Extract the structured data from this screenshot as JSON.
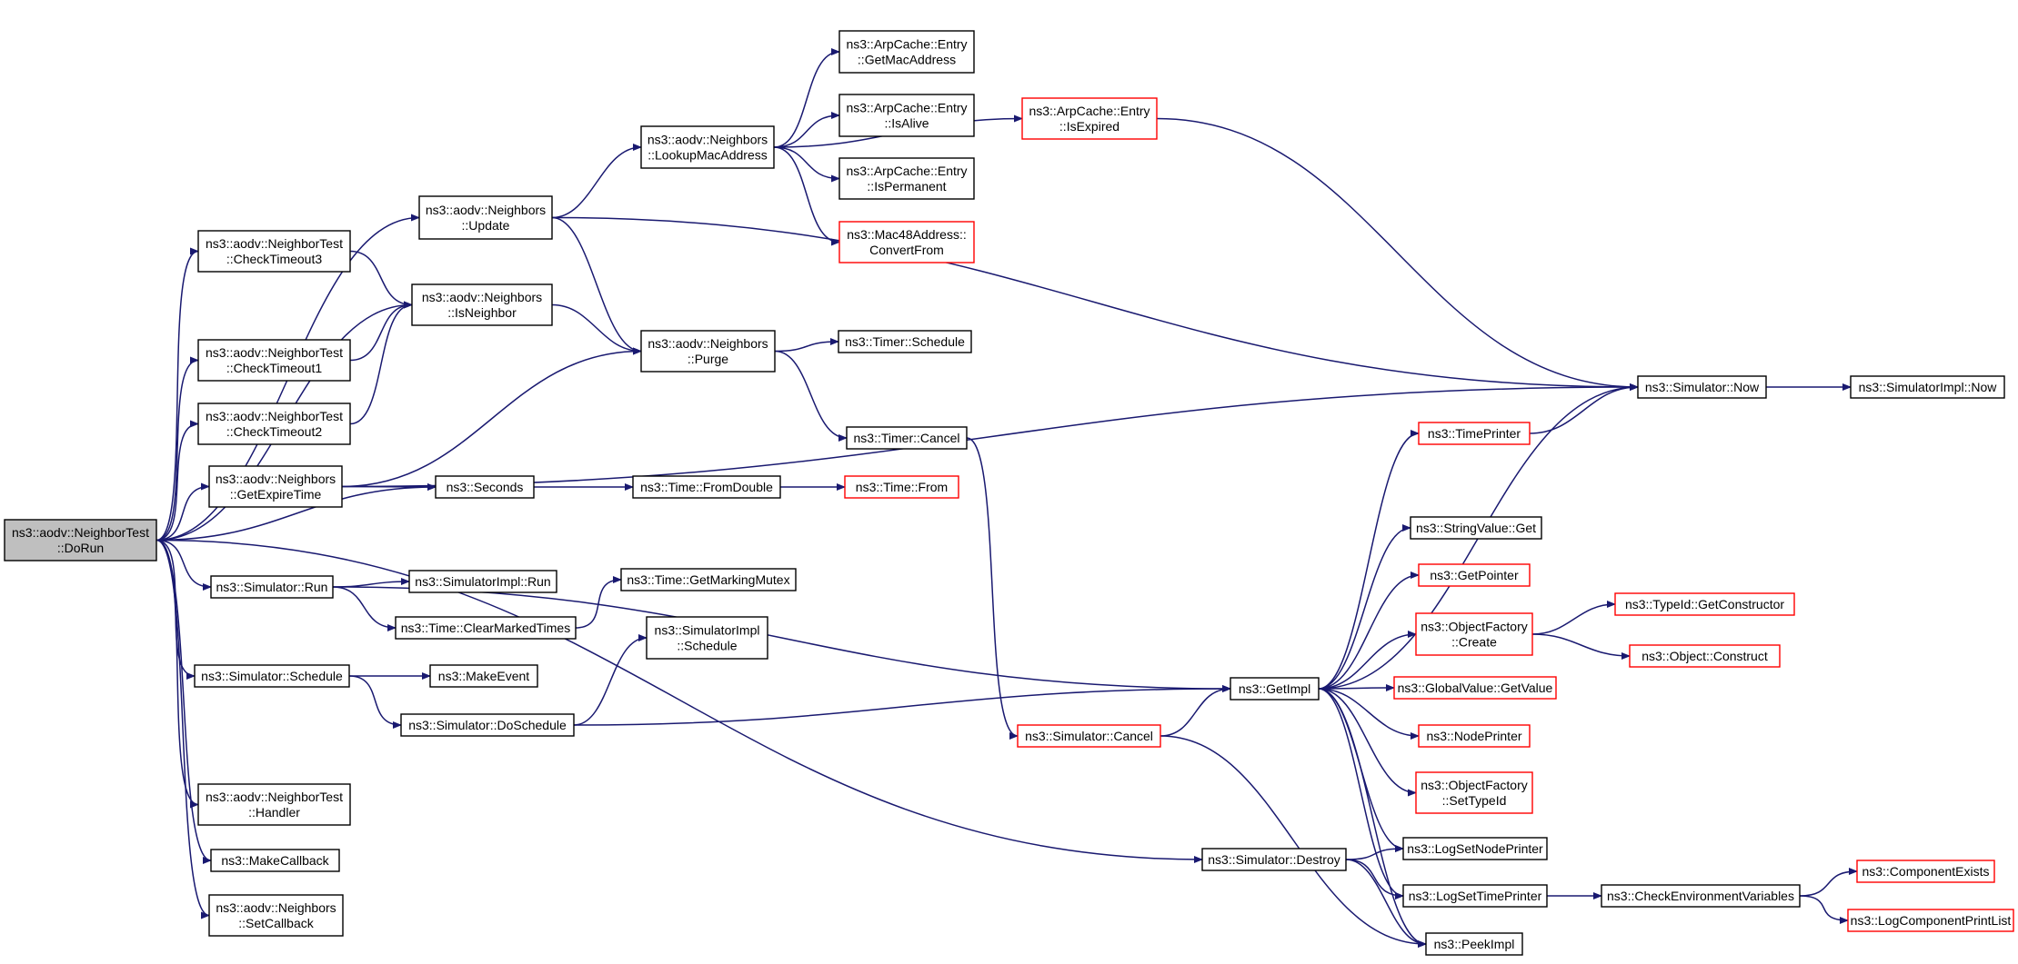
{
  "colors": {
    "edge": "#191970",
    "border_normal": "#000000",
    "border_truncated": "#ff0000",
    "root_fill": "#bfbfbf"
  },
  "nodes": [
    {
      "id": "dorun",
      "lines": [
        "ns3::aodv::NeighborTest",
        "::DoRun"
      ],
      "style": "root"
    },
    {
      "id": "update",
      "lines": [
        "ns3::aodv::Neighbors",
        "::Update"
      ]
    },
    {
      "id": "ct3",
      "lines": [
        "ns3::aodv::NeighborTest",
        "::CheckTimeout3"
      ]
    },
    {
      "id": "isneighbor",
      "lines": [
        "ns3::aodv::Neighbors",
        "::IsNeighbor"
      ]
    },
    {
      "id": "ct1",
      "lines": [
        "ns3::aodv::NeighborTest",
        "::CheckTimeout1"
      ]
    },
    {
      "id": "ct2",
      "lines": [
        "ns3::aodv::NeighborTest",
        "::CheckTimeout2"
      ]
    },
    {
      "id": "getexpire",
      "lines": [
        "ns3::aodv::Neighbors",
        "::GetExpireTime"
      ]
    },
    {
      "id": "seconds",
      "lines": [
        "ns3::Seconds"
      ]
    },
    {
      "id": "simrun",
      "lines": [
        "ns3::Simulator::Run"
      ]
    },
    {
      "id": "simimplrun",
      "lines": [
        "ns3::SimulatorImpl::Run"
      ]
    },
    {
      "id": "clearmarked",
      "lines": [
        "ns3::Time::ClearMarkedTimes"
      ]
    },
    {
      "id": "simschedule",
      "lines": [
        "ns3::Simulator::Schedule"
      ]
    },
    {
      "id": "makeevent",
      "lines": [
        "ns3::MakeEvent"
      ]
    },
    {
      "id": "doschedule",
      "lines": [
        "ns3::Simulator::DoSchedule"
      ]
    },
    {
      "id": "handler",
      "lines": [
        "ns3::aodv::NeighborTest",
        "::Handler"
      ]
    },
    {
      "id": "makecallback",
      "lines": [
        "ns3::MakeCallback"
      ]
    },
    {
      "id": "setcallback",
      "lines": [
        "ns3::aodv::Neighbors",
        "::SetCallback"
      ]
    },
    {
      "id": "lookupmac",
      "lines": [
        "ns3::aodv::Neighbors",
        "::LookupMacAddress"
      ]
    },
    {
      "id": "purge",
      "lines": [
        "ns3::aodv::Neighbors",
        "::Purge"
      ]
    },
    {
      "id": "getmac",
      "lines": [
        "ns3::ArpCache::Entry",
        "::GetMacAddress"
      ]
    },
    {
      "id": "isalive",
      "lines": [
        "ns3::ArpCache::Entry",
        "::IsAlive"
      ]
    },
    {
      "id": "ispermanent",
      "lines": [
        "ns3::ArpCache::Entry",
        "::IsPermanent"
      ]
    },
    {
      "id": "convertfrom",
      "lines": [
        "ns3::Mac48Address::",
        "ConvertFrom"
      ],
      "style": "red"
    },
    {
      "id": "timerschedule",
      "lines": [
        "ns3::Timer::Schedule"
      ]
    },
    {
      "id": "timercancel",
      "lines": [
        "ns3::Timer::Cancel"
      ]
    },
    {
      "id": "fromdouble",
      "lines": [
        "ns3::Time::FromDouble"
      ]
    },
    {
      "id": "timefrom",
      "lines": [
        "ns3::Time::From"
      ],
      "style": "red"
    },
    {
      "id": "getmarking",
      "lines": [
        "ns3::Time::GetMarkingMutex"
      ]
    },
    {
      "id": "simimplschedule",
      "lines": [
        "ns3::SimulatorImpl",
        "::Schedule"
      ]
    },
    {
      "id": "isexpired",
      "lines": [
        "ns3::ArpCache::Entry",
        "::IsExpired"
      ],
      "style": "red"
    },
    {
      "id": "simcancel",
      "lines": [
        "ns3::Simulator::Cancel"
      ],
      "style": "red"
    },
    {
      "id": "getimpl",
      "lines": [
        "ns3::GetImpl"
      ]
    },
    {
      "id": "simdestroy",
      "lines": [
        "ns3::Simulator::Destroy"
      ]
    },
    {
      "id": "timeprinter",
      "lines": [
        "ns3::TimePrinter"
      ],
      "style": "red"
    },
    {
      "id": "stringvalueget",
      "lines": [
        "ns3::StringValue::Get"
      ]
    },
    {
      "id": "getpointer",
      "lines": [
        "ns3::GetPointer"
      ],
      "style": "red"
    },
    {
      "id": "ofcreate",
      "lines": [
        "ns3::ObjectFactory",
        "::Create"
      ],
      "style": "red"
    },
    {
      "id": "globalvalue",
      "lines": [
        "ns3::GlobalValue::GetValue"
      ],
      "style": "red"
    },
    {
      "id": "nodeprinter",
      "lines": [
        "ns3::NodePrinter"
      ],
      "style": "red"
    },
    {
      "id": "ofsettypeid",
      "lines": [
        "ns3::ObjectFactory",
        "::SetTypeId"
      ],
      "style": "red"
    },
    {
      "id": "logsetnode",
      "lines": [
        "ns3::LogSetNodePrinter"
      ]
    },
    {
      "id": "logsettime",
      "lines": [
        "ns3::LogSetTimePrinter"
      ]
    },
    {
      "id": "peekimpl",
      "lines": [
        "ns3::PeekImpl"
      ]
    },
    {
      "id": "simnow",
      "lines": [
        "ns3::Simulator::Now"
      ]
    },
    {
      "id": "simimplnow",
      "lines": [
        "ns3::SimulatorImpl::Now"
      ]
    },
    {
      "id": "typeidgetctor",
      "lines": [
        "ns3::TypeId::GetConstructor"
      ],
      "style": "red"
    },
    {
      "id": "objconstruct",
      "lines": [
        "ns3::Object::Construct"
      ],
      "style": "red"
    },
    {
      "id": "checkenv",
      "lines": [
        "ns3::CheckEnvironmentVariables"
      ]
    },
    {
      "id": "compexists",
      "lines": [
        "ns3::ComponentExists"
      ],
      "style": "red"
    },
    {
      "id": "logcompprint",
      "lines": [
        "ns3::LogComponentPrintList"
      ],
      "style": "red"
    }
  ],
  "edges": [
    [
      "dorun",
      "update"
    ],
    [
      "dorun",
      "ct3"
    ],
    [
      "dorun",
      "isneighbor"
    ],
    [
      "dorun",
      "ct1"
    ],
    [
      "dorun",
      "ct2"
    ],
    [
      "dorun",
      "getexpire"
    ],
    [
      "dorun",
      "seconds"
    ],
    [
      "dorun",
      "simrun"
    ],
    [
      "dorun",
      "simschedule"
    ],
    [
      "dorun",
      "simdestroy"
    ],
    [
      "dorun",
      "handler"
    ],
    [
      "dorun",
      "makecallback"
    ],
    [
      "dorun",
      "setcallback"
    ],
    [
      "update",
      "lookupmac"
    ],
    [
      "update",
      "purge"
    ],
    [
      "update",
      "simnow"
    ],
    [
      "ct3",
      "isneighbor"
    ],
    [
      "ct1",
      "isneighbor"
    ],
    [
      "ct2",
      "isneighbor"
    ],
    [
      "isneighbor",
      "purge"
    ],
    [
      "getexpire",
      "purge"
    ],
    [
      "getexpire",
      "simnow"
    ],
    [
      "getexpire",
      "seconds"
    ],
    [
      "lookupmac",
      "getmac"
    ],
    [
      "lookupmac",
      "isalive"
    ],
    [
      "lookupmac",
      "ispermanent"
    ],
    [
      "lookupmac",
      "convertfrom"
    ],
    [
      "lookupmac",
      "isexpired"
    ],
    [
      "purge",
      "timerschedule"
    ],
    [
      "purge",
      "timercancel"
    ],
    [
      "timercancel",
      "simcancel"
    ],
    [
      "isexpired",
      "simnow"
    ],
    [
      "seconds",
      "fromdouble"
    ],
    [
      "fromdouble",
      "timefrom"
    ],
    [
      "simrun",
      "simimplrun"
    ],
    [
      "simrun",
      "clearmarked"
    ],
    [
      "simrun",
      "getimpl"
    ],
    [
      "clearmarked",
      "getmarking"
    ],
    [
      "simschedule",
      "makeevent"
    ],
    [
      "simschedule",
      "doschedule"
    ],
    [
      "doschedule",
      "simimplschedule"
    ],
    [
      "doschedule",
      "getimpl"
    ],
    [
      "simcancel",
      "getimpl"
    ],
    [
      "simcancel",
      "peekimpl"
    ],
    [
      "getimpl",
      "simnow"
    ],
    [
      "getimpl",
      "timeprinter"
    ],
    [
      "getimpl",
      "stringvalueget"
    ],
    [
      "getimpl",
      "getpointer"
    ],
    [
      "getimpl",
      "ofcreate"
    ],
    [
      "getimpl",
      "globalvalue"
    ],
    [
      "getimpl",
      "nodeprinter"
    ],
    [
      "getimpl",
      "ofsettypeid"
    ],
    [
      "getimpl",
      "logsetnode"
    ],
    [
      "getimpl",
      "logsettime"
    ],
    [
      "getimpl",
      "peekimpl"
    ],
    [
      "simdestroy",
      "logsetnode"
    ],
    [
      "simdestroy",
      "logsettime"
    ],
    [
      "simdestroy",
      "peekimpl"
    ],
    [
      "timeprinter",
      "simnow"
    ],
    [
      "simnow",
      "simimplnow"
    ],
    [
      "ofcreate",
      "typeidgetctor"
    ],
    [
      "ofcreate",
      "objconstruct"
    ],
    [
      "logsettime",
      "checkenv"
    ],
    [
      "checkenv",
      "compexists"
    ],
    [
      "checkenv",
      "logcompprint"
    ]
  ]
}
